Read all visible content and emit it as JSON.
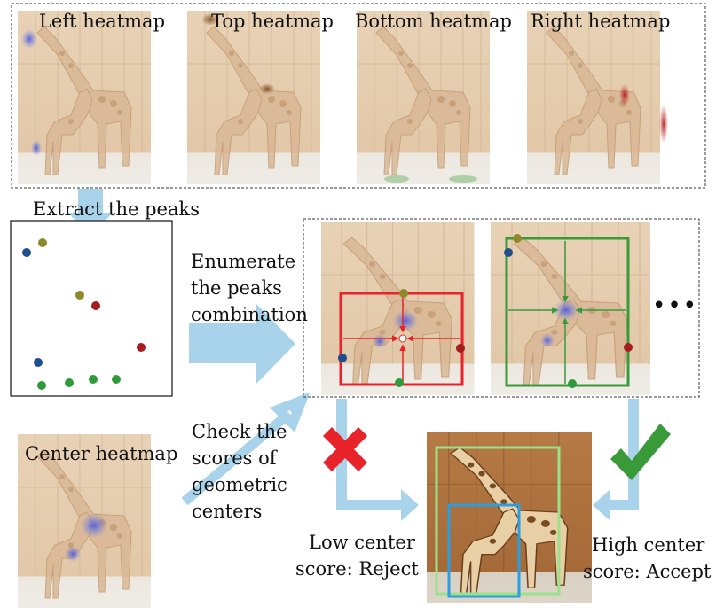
{
  "heatmaps": {
    "left": "Left heatmap",
    "top": "Top heatmap",
    "bottom": "Bottom heatmap",
    "right": "Right heatmap"
  },
  "steps": {
    "extract": "Extract the peaks",
    "enumerate": [
      "Enumerate",
      "the peaks",
      "combination"
    ],
    "check": [
      "Check the",
      "scores of",
      "geometric",
      "centers"
    ]
  },
  "center_heatmap": "Center heatmap",
  "low_score": [
    "Low center",
    "score: Reject"
  ],
  "high_score": [
    "High center",
    "score: Accept"
  ],
  "ellipsis": "•••",
  "colors": {
    "reject_box": "#e8232a",
    "accept_box": "#3a9a3a",
    "arrow_flow": "#a8d3ea",
    "peak_left": "#1f4e8c",
    "peak_top": "#8c8a2a",
    "peak_bottom": "#2e9a3a",
    "peak_right": "#a51d1d",
    "result_outer": "#9be08a",
    "result_inner": "#2a9ee0"
  }
}
